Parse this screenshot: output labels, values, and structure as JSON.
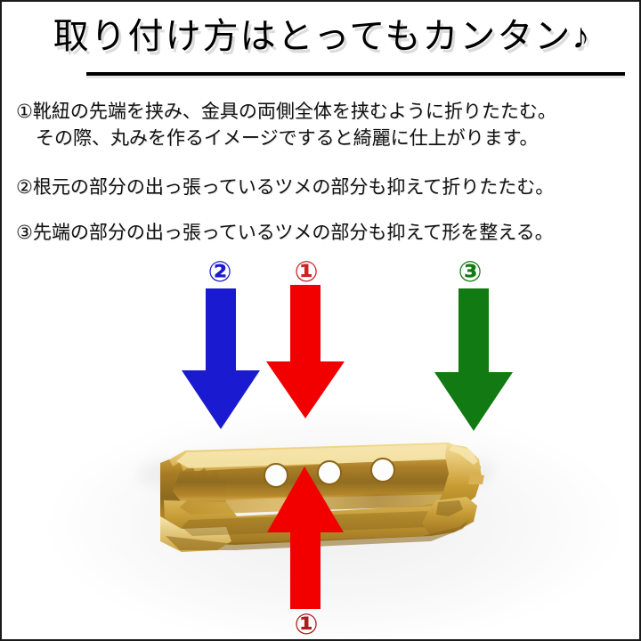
{
  "page": {
    "background_color": "#ffffff",
    "border_color": "#1a1a1a"
  },
  "header": {
    "title": "取り付け方はとってもカンタン♪"
  },
  "instructions": [
    {
      "id": "instr-1",
      "main": "①靴紐の先端を挟み、金具の両側全体を挟むように折りたたむ。",
      "sub": "その際、丸みを作るイメージですると綺麗に仕上がります。"
    },
    {
      "id": "instr-2",
      "main": "②根元の部分の出っ張っているツメの部分も抑えて折りたたむ。",
      "sub": ""
    },
    {
      "id": "instr-3",
      "main": "③先端の部分の出っ張っているツメの部分も抑えて形を整える。",
      "sub": ""
    }
  ],
  "callouts": {
    "number_2": "②",
    "number_1_top": "①",
    "number_3": "③",
    "number_1_bottom": "①"
  },
  "colors": {
    "red": "#f20000",
    "blue": "#1a1ad0",
    "green": "#127a12",
    "gold_light": "#e8c766",
    "gold_mid": "#c79a2e",
    "gold_dark": "#8a6418",
    "number_red": "#cc2222",
    "number_red_dark": "#a81f1f",
    "number_blue": "#1a1ad0",
    "number_green": "#127a12"
  },
  "photo": {
    "subject": "gold shoelace clasp / aglet metal fitting",
    "hole_count": 3
  },
  "arrows": [
    {
      "name": "arrow-down-blue",
      "direction": "down",
      "color": "#1a1ad0",
      "points_to": "base tab of clasp"
    },
    {
      "name": "arrow-down-red-top",
      "direction": "down",
      "color": "#f20000",
      "points_to": "top edge of clasp"
    },
    {
      "name": "arrow-down-green",
      "direction": "down",
      "color": "#127a12",
      "points_to": "tip tab of clasp"
    },
    {
      "name": "arrow-up-red-bottom",
      "direction": "up",
      "color": "#f20000",
      "points_to": "bottom edge of clasp"
    }
  ]
}
